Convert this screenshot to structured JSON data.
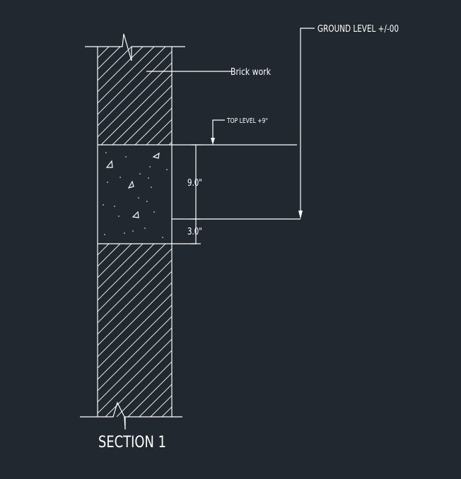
{
  "drawing": {
    "title": "SECTION 1",
    "labels": {
      "ground_level": "GROUND LEVEL +/-00",
      "brick_work": "Brick work",
      "top_level": "TOP LEVEL +9\""
    },
    "dimensions": {
      "upper": "9.0\"",
      "lower": "3.0\""
    }
  }
}
